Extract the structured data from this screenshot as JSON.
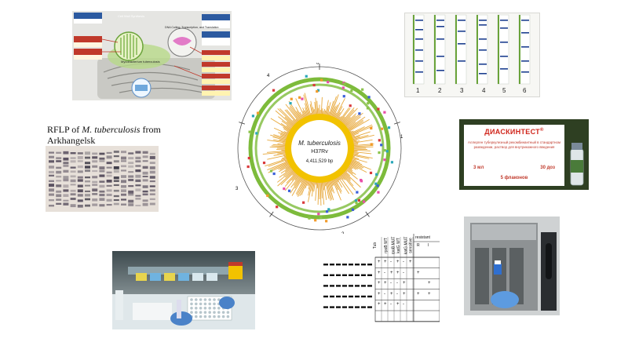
{
  "rflp": {
    "title_prefix": "RFLP of ",
    "title_italic": "M. tuberculosis",
    "title_suffix": " from Arkhangelsk"
  },
  "genome": {
    "organism": "M. tuberculosis",
    "strain": "H37Rv",
    "size": "4,411,529 bp",
    "ticks": [
      "0",
      "1",
      "2",
      "3",
      "4"
    ]
  },
  "gel": {
    "lanes": [
      "1",
      "2",
      "3",
      "4",
      "5",
      "6"
    ]
  },
  "diaskintest": {
    "brand": "ДИАСКИНТЕСТ",
    "registered": "®",
    "description": "Аллерген туберкулезный рекомбинантный в стандартном разведении, раствор для внутрикожного введения",
    "volume": "3 мл",
    "doses": "30 доз",
    "vials": "5 флаконов"
  },
  "pathway": {
    "labels": [
      "Cell Wall Synthesis",
      "DNA Coiling, Transcription, and Translation",
      "Mycobacterium tuberculosis"
    ]
  },
  "drug_table": {
    "header_resistant": "resistant",
    "columns": [
      "Tub",
      "rpoB WT",
      "rpoB MUT",
      "katG WT",
      "katG MUT",
      "sensitive"
    ],
    "sub_columns": [
      "R",
      "I"
    ],
    "rows": [
      [
        "+",
        "+",
        "-",
        "+",
        "-",
        "+"
      ],
      [
        "+",
        "-",
        "+",
        "+",
        "-",
        ""
      ],
      [
        "+",
        "+",
        "-",
        "-",
        "+",
        ""
      ],
      [
        "+",
        "-",
        "+",
        "-",
        "+",
        ""
      ],
      [
        "+",
        "+",
        "-",
        "+",
        "-",
        ""
      ]
    ],
    "resistant_marks": [
      [
        "",
        ""
      ],
      [
        "+",
        ""
      ],
      [
        "",
        "+"
      ],
      [
        "+",
        "+"
      ],
      [
        "",
        ""
      ]
    ]
  },
  "colors": {
    "genome_core": "#f2c200",
    "genome_spikes": "#e39a1a",
    "genome_ring": "#7dbb3b",
    "diaskintest_red": "#d0251b"
  }
}
